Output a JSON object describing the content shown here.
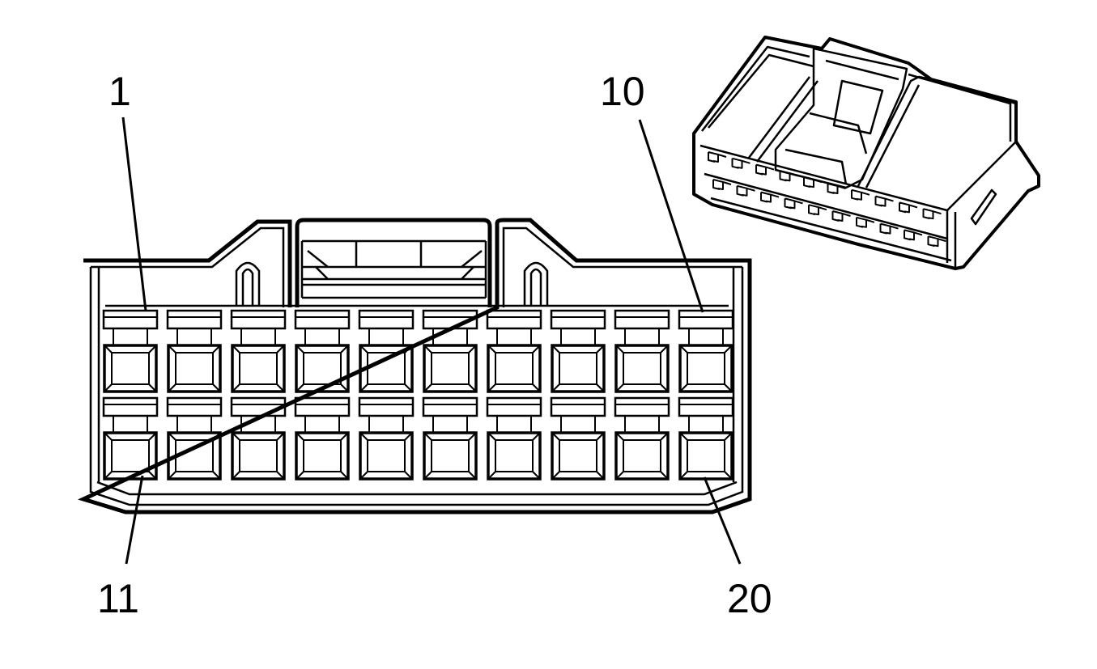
{
  "front_view": {
    "pin_labels": {
      "top_left": "1",
      "top_right": "10",
      "bottom_left": "11",
      "bottom_right": "20"
    },
    "rows": 2,
    "cavities_per_row": 10
  },
  "colors": {
    "line": "#000000",
    "background": "#ffffff"
  }
}
